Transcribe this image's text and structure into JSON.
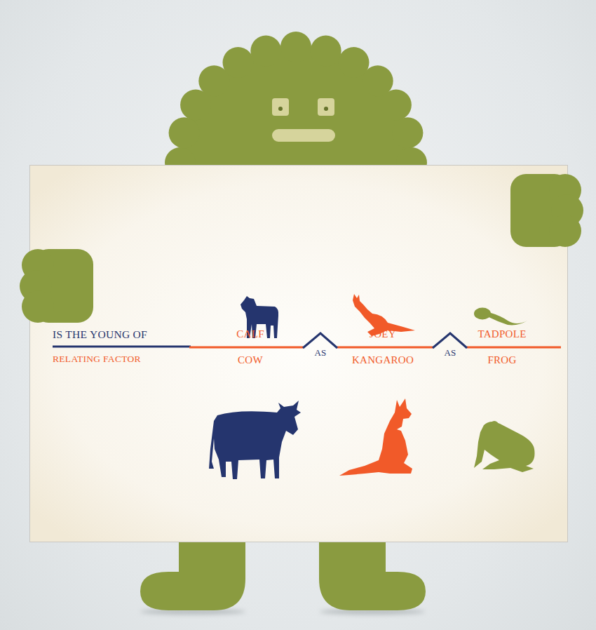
{
  "diagram": {
    "labels": [
      "IS THE YOUNG OF",
      "RELATING FACTOR",
      "CALF",
      "COW",
      "AS",
      "JOEY",
      "KANGAROO",
      "AS",
      "TADPOLE",
      "FROG"
    ]
  }
}
